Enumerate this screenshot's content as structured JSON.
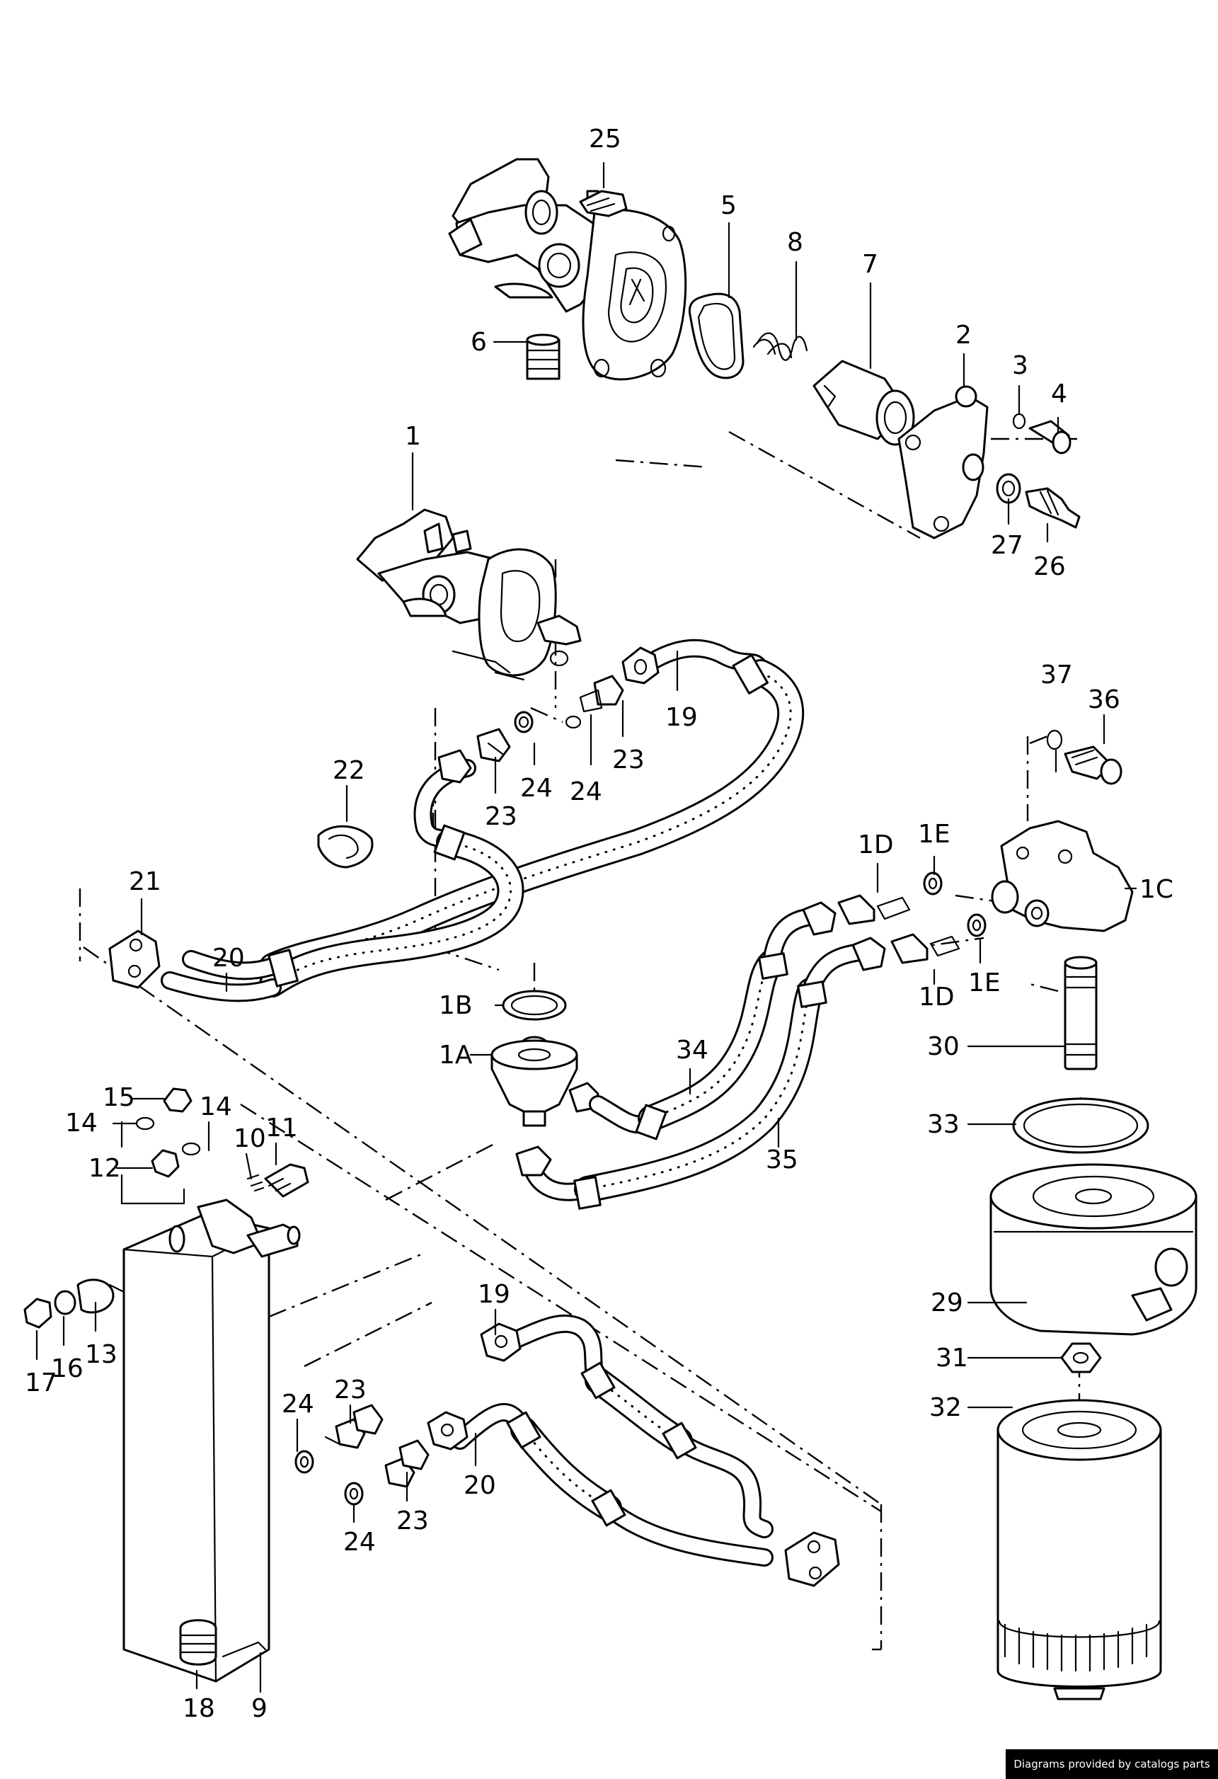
{
  "callouts": {
    "c1": "1",
    "c1A": "1A",
    "c1B": "1B",
    "c1C": "1C",
    "c1D_top": "1D",
    "c1D_bottom": "1D",
    "c1E_top": "1E",
    "c1E_bottom": "1E",
    "c2": "2",
    "c3": "3",
    "c4": "4",
    "c5": "5",
    "c6": "6",
    "c7": "7",
    "c8": "8",
    "c9": "9",
    "c10": "10",
    "c11": "11",
    "c12": "12",
    "c13": "13",
    "c14_left": "14",
    "c14_right": "14",
    "c15": "15",
    "c16": "16",
    "c17": "17",
    "c18": "18",
    "c19_top": "19",
    "c19_bottom": "19",
    "c20_top": "20",
    "c20_bottom": "20",
    "c21": "21",
    "c22": "22",
    "c23_top_left": "23",
    "c23_top_right": "23",
    "c23_bottom_upper": "23",
    "c23_bottom_lower": "23",
    "c24_top_left": "24",
    "c24_top_right": "24",
    "c24_bottom_upper": "24",
    "c24_bottom_lower": "24",
    "c25": "25",
    "c26": "26",
    "c27": "27",
    "c29": "29",
    "c30": "30",
    "c31": "31",
    "c32": "32",
    "c33": "33",
    "c34": "34",
    "c35": "35",
    "c36": "36",
    "c37": "37"
  },
  "footer": {
    "credit": "Diagrams provided by catalogs parts"
  }
}
